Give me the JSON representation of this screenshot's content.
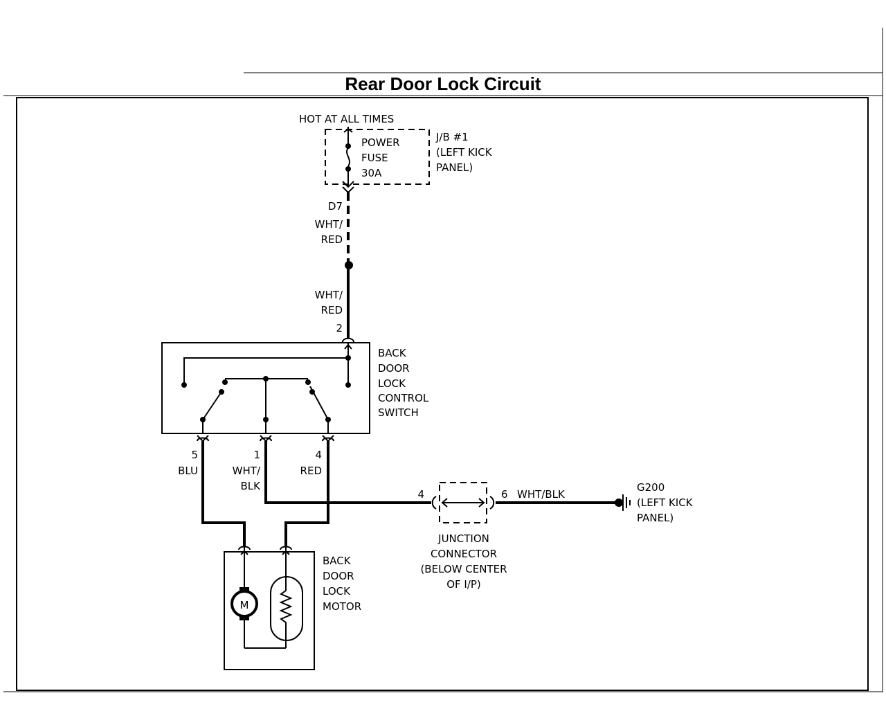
{
  "title": "Rear Door Lock Circuit",
  "hot_label": "HOT AT ALL TIMES",
  "fuse": {
    "line1": "POWER",
    "line2": "FUSE",
    "line3": "30A"
  },
  "junction_block": {
    "line1": "J/B #1",
    "line2": "(LEFT KICK",
    "line3": "PANEL)"
  },
  "wire_d7": {
    "circuit": "D7",
    "color1": "WHT/",
    "color2": "RED"
  },
  "wire_2": {
    "color1": "WHT/",
    "color2": "RED",
    "pin": "2"
  },
  "switch": {
    "line1": "BACK",
    "line2": "DOOR",
    "line3": "LOCK",
    "line4": "CONTROL",
    "line5": "SWITCH"
  },
  "pin5": {
    "pin": "5",
    "color": "BLU"
  },
  "pin1": {
    "pin": "1",
    "color1": "WHT/",
    "color2": "BLK"
  },
  "pin4": {
    "pin": "4",
    "color": "RED"
  },
  "junction_connector": {
    "pin_in": "4",
    "pin_out": "6",
    "wire_out": "WHT/BLK",
    "line1": "JUNCTION",
    "line2": "CONNECTOR",
    "line3": "(BELOW CENTER",
    "line4": "OF I/P)"
  },
  "ground": {
    "line1": "G200",
    "line2": "(LEFT KICK",
    "line3": "PANEL)"
  },
  "motor": {
    "symbol": "M",
    "line1": "BACK",
    "line2": "DOOR",
    "line3": "LOCK",
    "line4": "MOTOR"
  }
}
